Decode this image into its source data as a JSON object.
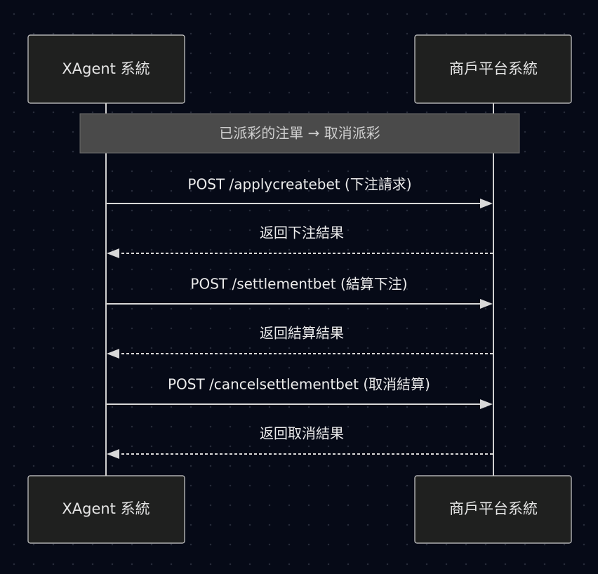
{
  "actors": [
    {
      "id": "xagent",
      "label": "XAgent 系統"
    },
    {
      "id": "merchant",
      "label": "商戶平台系統"
    }
  ],
  "note": {
    "text": "已派彩的注單 → 取消派彩"
  },
  "messages": [
    {
      "from": "xagent",
      "to": "merchant",
      "label": "POST /applycreatebet (下注請求)",
      "dashed": false
    },
    {
      "from": "merchant",
      "to": "xagent",
      "label": "返回下注結果",
      "dashed": true
    },
    {
      "from": "xagent",
      "to": "merchant",
      "label": "POST /settlementbet (結算下注)",
      "dashed": false
    },
    {
      "from": "merchant",
      "to": "xagent",
      "label": "返回結算結果",
      "dashed": true
    },
    {
      "from": "xagent",
      "to": "merchant",
      "label": "POST /cancelsettlementbet (取消結算)",
      "dashed": false
    },
    {
      "from": "merchant",
      "to": "xagent",
      "label": "返回取消結果",
      "dashed": true
    }
  ]
}
